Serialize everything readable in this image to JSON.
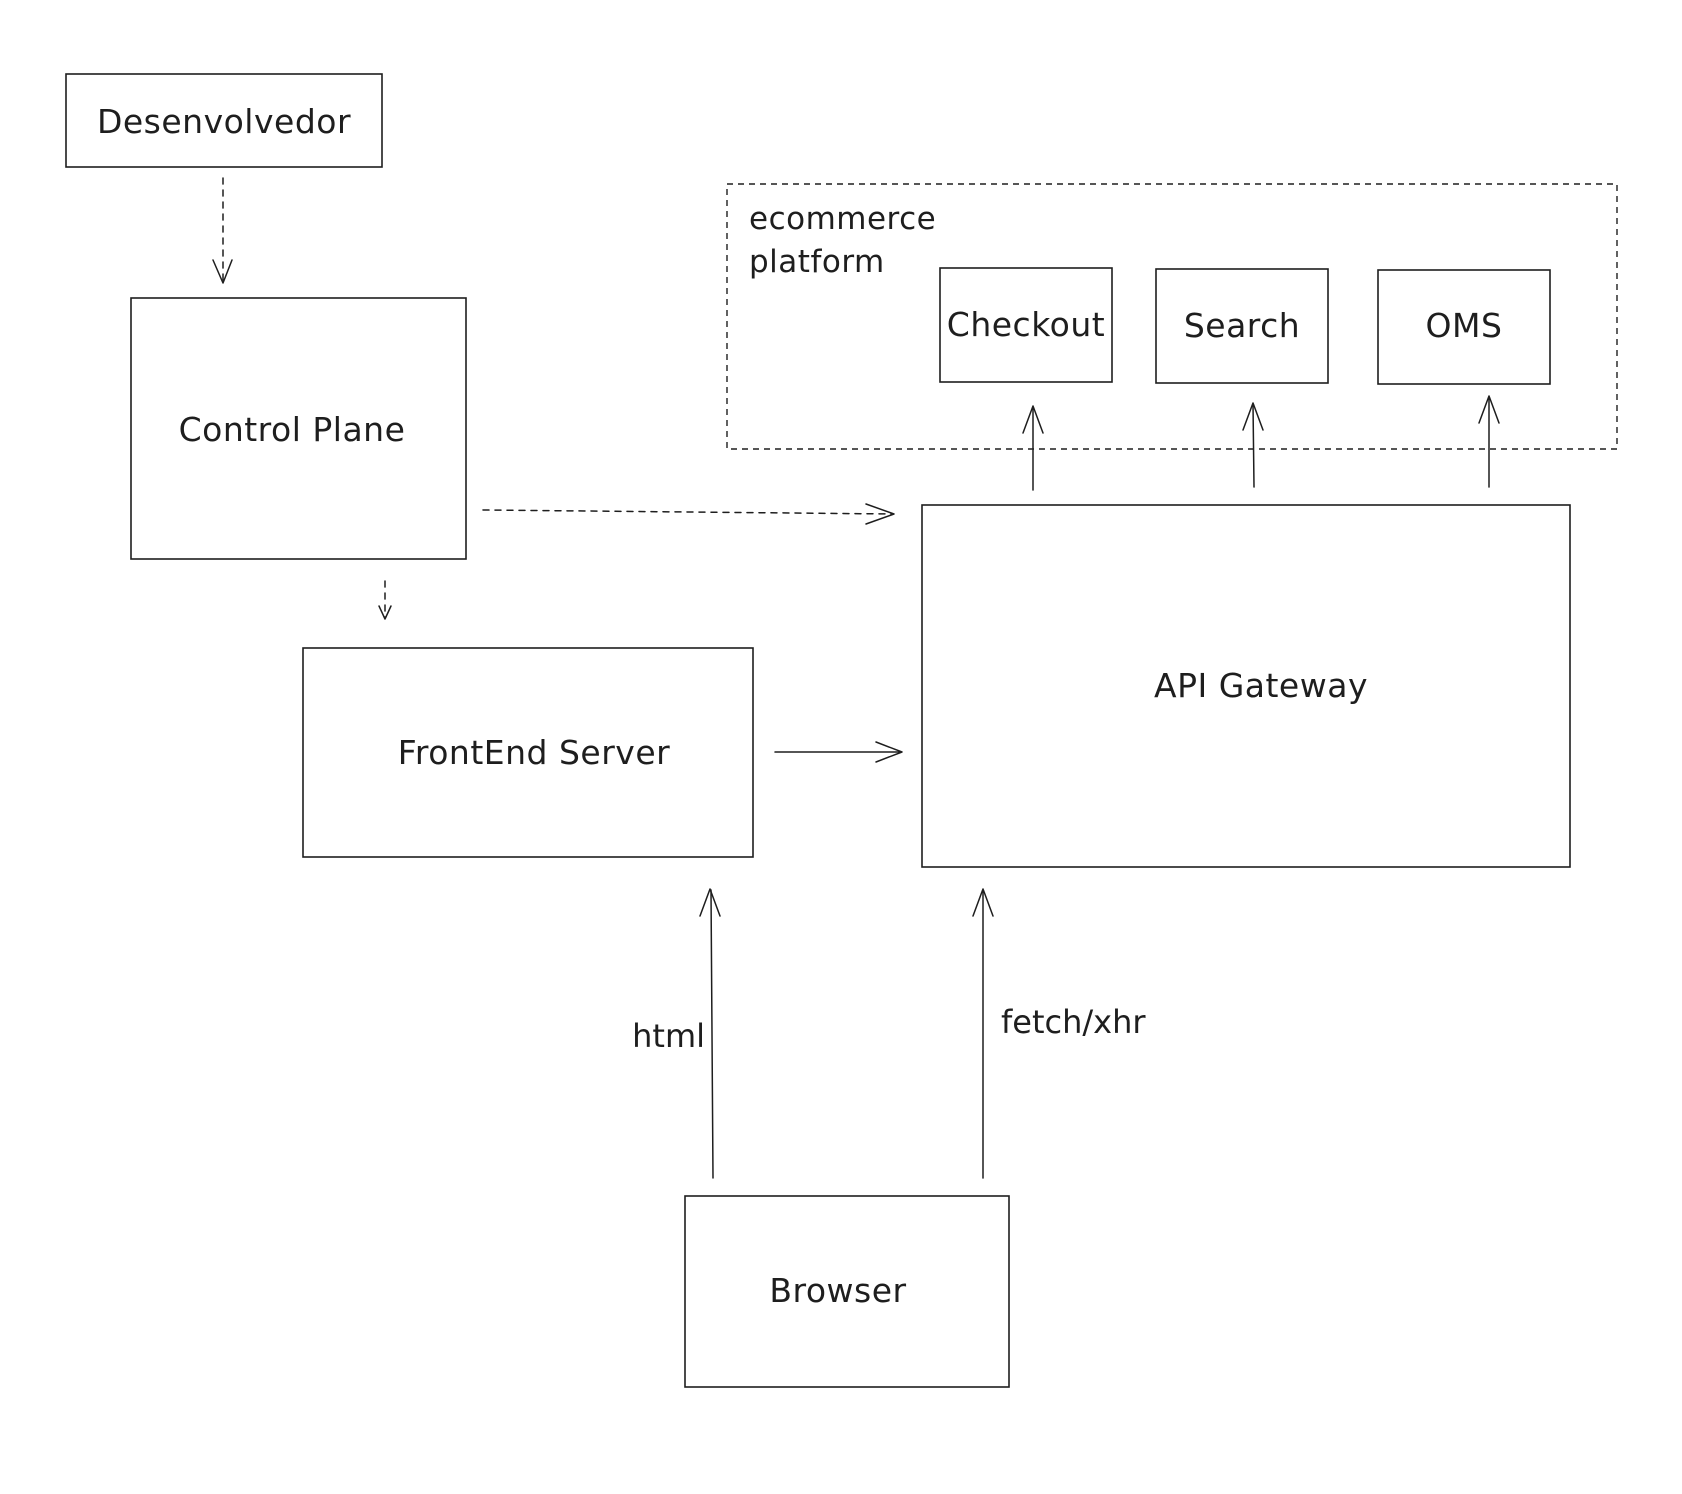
{
  "nodes": {
    "developer": "Desenvolvedor",
    "control_plane": "Control Plane",
    "frontend_server": "FrontEnd Server",
    "api_gateway": "API Gateway",
    "browser": "Browser",
    "checkout": "Checkout",
    "search": "Search",
    "oms": "OMS"
  },
  "groups": {
    "ecommerce_platform": {
      "line1": "ecommerce",
      "line2": "platform"
    }
  },
  "edges": {
    "browser_to_frontend": "html",
    "browser_to_gateway": "fetch/xhr"
  }
}
